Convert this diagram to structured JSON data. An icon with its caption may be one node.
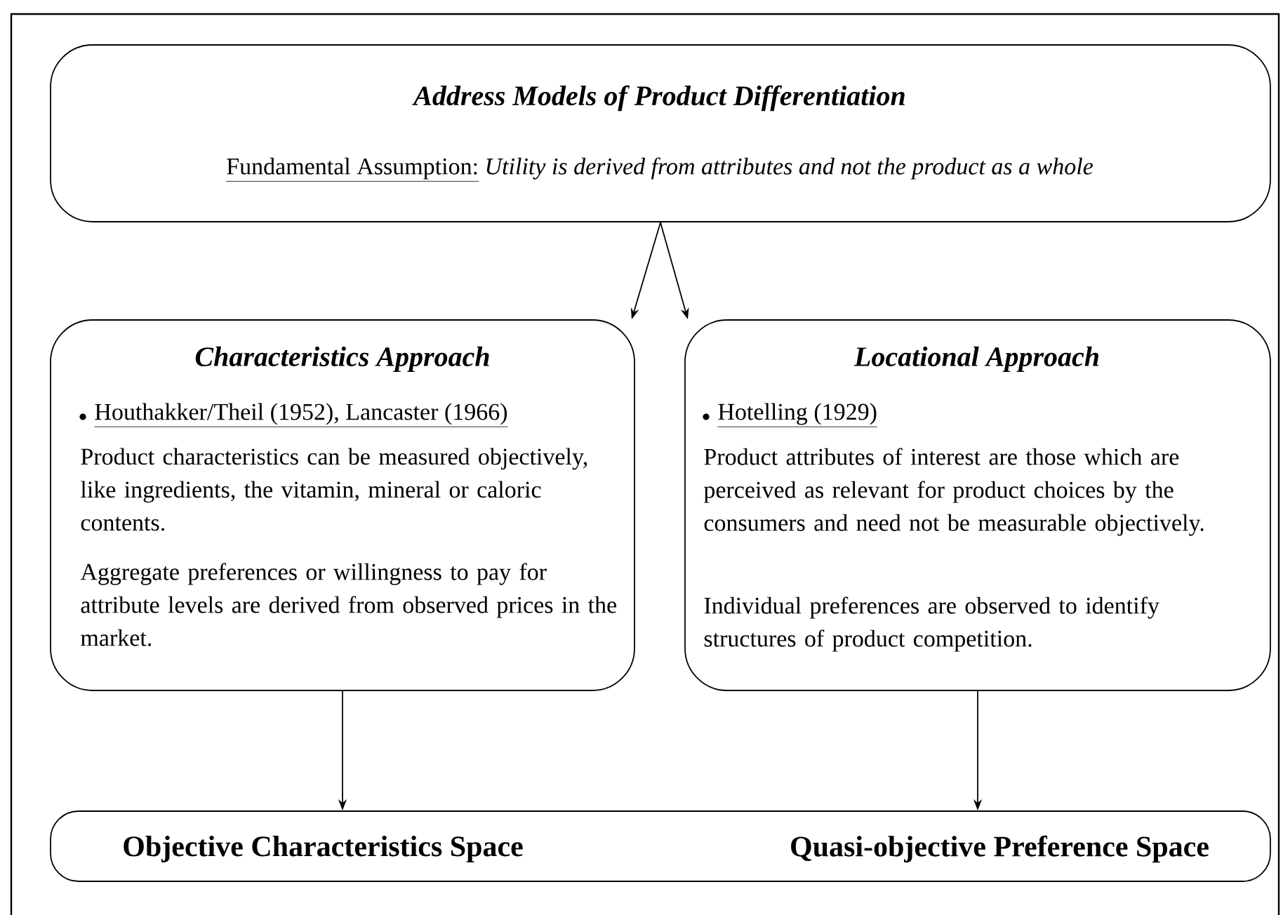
{
  "diagram": {
    "nodes": [
      {
        "text": [
          "Address Models of Product Differentiation",
          "Fundamental Assumption:",
          "Utility is derived from attributes and not the product as a whole"
        ]
      },
      {
        "text": [
          "Characteristics Approach",
          "Houthakker/Theil (1952), Lancaster (1966)",
          "Product characteristics can be measured objectively, like ingredients, the vitamin, mineral or caloric contents.",
          "Aggregate preferences or willingness to pay for attribute levels are derived from observed prices in the market."
        ]
      },
      {
        "text": [
          "Locational Approach",
          "Hotelling (1929)",
          "Product attributes of interest are those which are perceived as relevant for product choices by the consumers and need not be measurable objectively.",
          "Individual preferences are observed to identify structures of product competition."
        ]
      },
      {
        "text": [
          "Objective Characteristics Space",
          "Quasi-objective Preference Space"
        ]
      }
    ],
    "edges": [
      {
        "from": 0,
        "to": 1,
        "arrow": "to"
      },
      {
        "from": 0,
        "to": 2,
        "arrow": "to"
      },
      {
        "from": 1,
        "to": 3,
        "arrow": "to"
      },
      {
        "from": 2,
        "to": 3,
        "arrow": "to"
      }
    ]
  }
}
